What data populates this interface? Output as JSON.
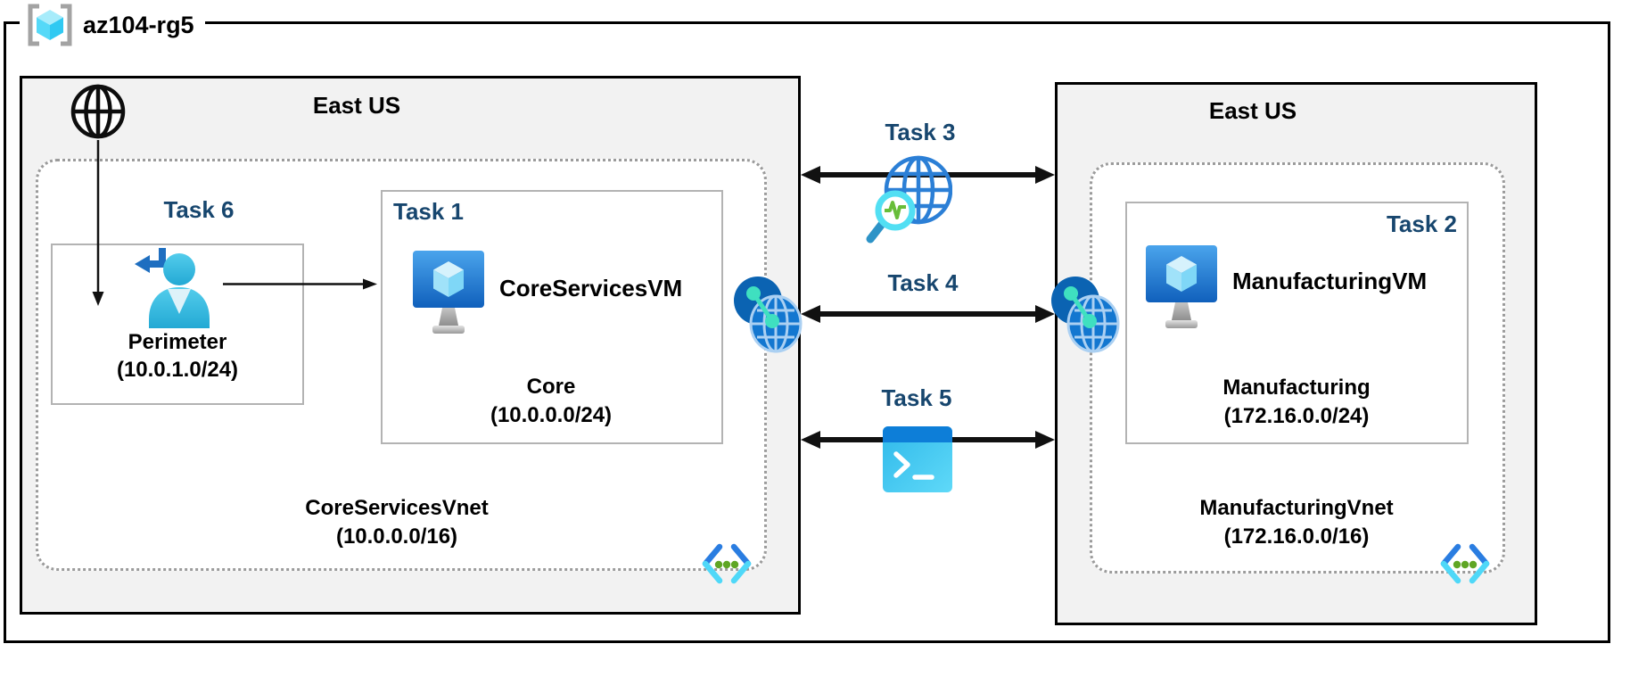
{
  "resource_group": {
    "label": "az104-rg5"
  },
  "left_region": {
    "name": "East US",
    "vnet_name": "CoreServicesVnet",
    "vnet_cidr": "(10.0.0.0/16)",
    "perimeter": {
      "task": "Task 6",
      "name": "Perimeter",
      "cidr": "(10.0.1.0/24)"
    },
    "core": {
      "task": "Task 1",
      "vm_name": "CoreServicesVM",
      "subnet_name": "Core",
      "subnet_cidr": "(10.0.0.0/24)"
    }
  },
  "right_region": {
    "name": "East US",
    "vnet_name": "ManufacturingVnet",
    "vnet_cidr": "(172.16.0.0/16)",
    "manufacturing": {
      "task": "Task 2",
      "vm_name": "ManufacturingVM",
      "subnet_name": "Manufacturing",
      "subnet_cidr": "(172.16.0.0/24)"
    }
  },
  "connections": {
    "task3_label": "Task 3",
    "task4_label": "Task 4",
    "task5_label": "Task 5"
  },
  "icons": {
    "resource_group": "resource-group-icon",
    "internet": "internet-globe-icon",
    "perimeter_signin": "user-signin-icon",
    "virtual_machine": "vm-icon",
    "network_watcher": "network-watcher-icon",
    "vnet_peering": "vnet-peering-icon",
    "cloud_shell": "cloud-shell-icon",
    "virtual_network": "vnet-code-brackets-icon"
  },
  "colors": {
    "task_label": "#17466e",
    "region_fill": "#f2f2f2",
    "azure_blue": "#1377d0",
    "azure_cyan": "#50d8f6",
    "teal_accent": "#3fe0c0",
    "green_dots": "#5fa624",
    "arrow_black": "#111111",
    "subnet_border": "#b3b3b3",
    "dotted_border": "#9b9b9b"
  }
}
